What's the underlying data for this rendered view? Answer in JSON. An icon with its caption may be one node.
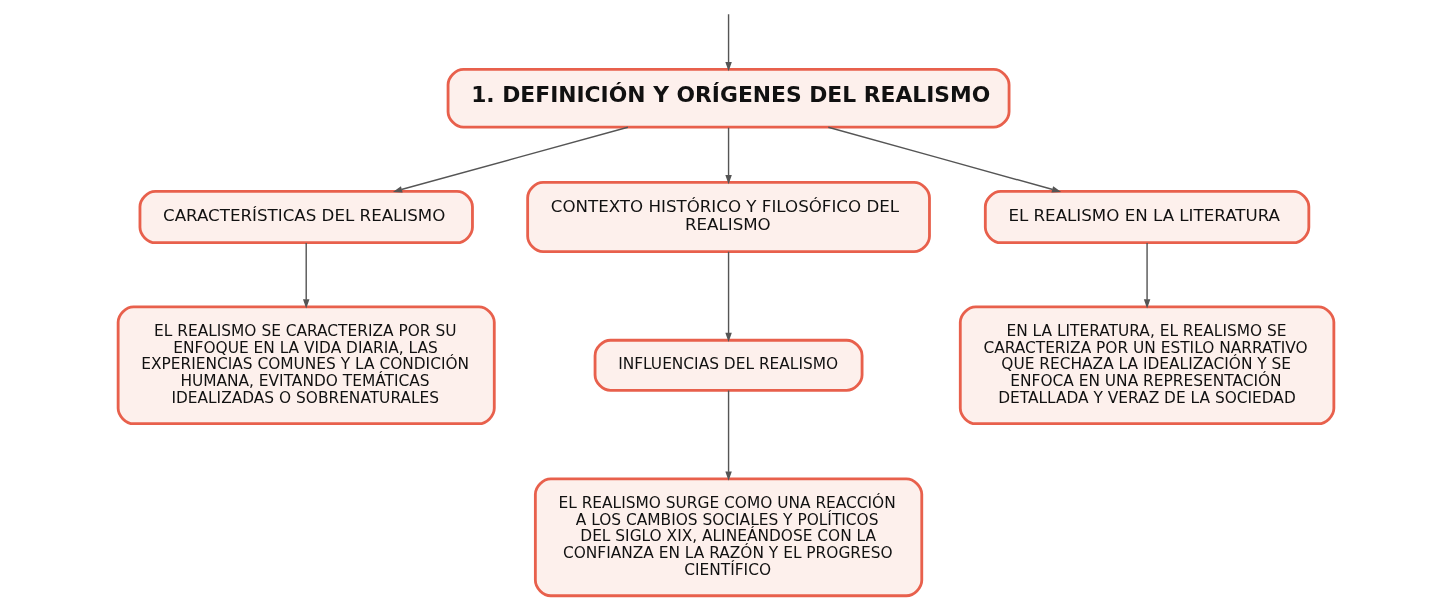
{
  "diagram": {
    "nodes": [
      {
        "text": [
          "1. DEFINICIÓN Y ORÍGENES DEL REALISMO"
        ]
      },
      {
        "text": [
          "CARACTERÍSTICAS DEL REALISMO"
        ]
      },
      {
        "text": [
          "CONTEXTO HISTÓRICO Y FILOSÓFICO DEL REALISMO"
        ]
      },
      {
        "text": [
          "EL REALISMO EN LA LITERATURA"
        ]
      },
      {
        "text": [
          "EL REALISMO SE CARACTERIZA POR SU ENFOQUE EN LA VIDA DIARIA, LAS EXPERIENCIAS COMUNES Y LA CONDICIÓN HUMANA, EVITANDO TEMÁTICAS IDEALIZADAS O SOBRENATURALES"
        ]
      },
      {
        "text": [
          "INFLUENCIAS DEL REALISMO"
        ]
      },
      {
        "text": [
          "EN LA LITERATURA, EL REALISMO SE CARACTERIZA POR UN ESTILO NARRATIVO QUE RECHAZA LA IDEALIZACIÓN Y SE ENFOCA EN UNA REPRESENTACIÓN DETALLADA Y VERAZ DE LA SOCIEDAD"
        ]
      },
      {
        "text": [
          "EL REALISMO SURGE COMO UNA REACCIÓN A LOS CAMBIOS SOCIALES Y POLÍTICOS DEL SIGLO XIX, ALINEÁNDOSE CON LA CONFIANZA EN LA RAZÓN Y EL PROGRESO CIENTÍFICO"
        ]
      }
    ],
    "edges": [
      {
        "from": null,
        "to": 0,
        "arrow": "to"
      },
      {
        "from": 0,
        "to": 1,
        "arrow": "to"
      },
      {
        "from": 0,
        "to": 2,
        "arrow": "to"
      },
      {
        "from": 0,
        "to": 3,
        "arrow": "to"
      },
      {
        "from": 1,
        "to": 4,
        "arrow": "to"
      },
      {
        "from": 2,
        "to": 5,
        "arrow": "to"
      },
      {
        "from": 3,
        "to": 6,
        "arrow": "to"
      },
      {
        "from": 5,
        "to": 7,
        "arrow": "to"
      }
    ]
  }
}
